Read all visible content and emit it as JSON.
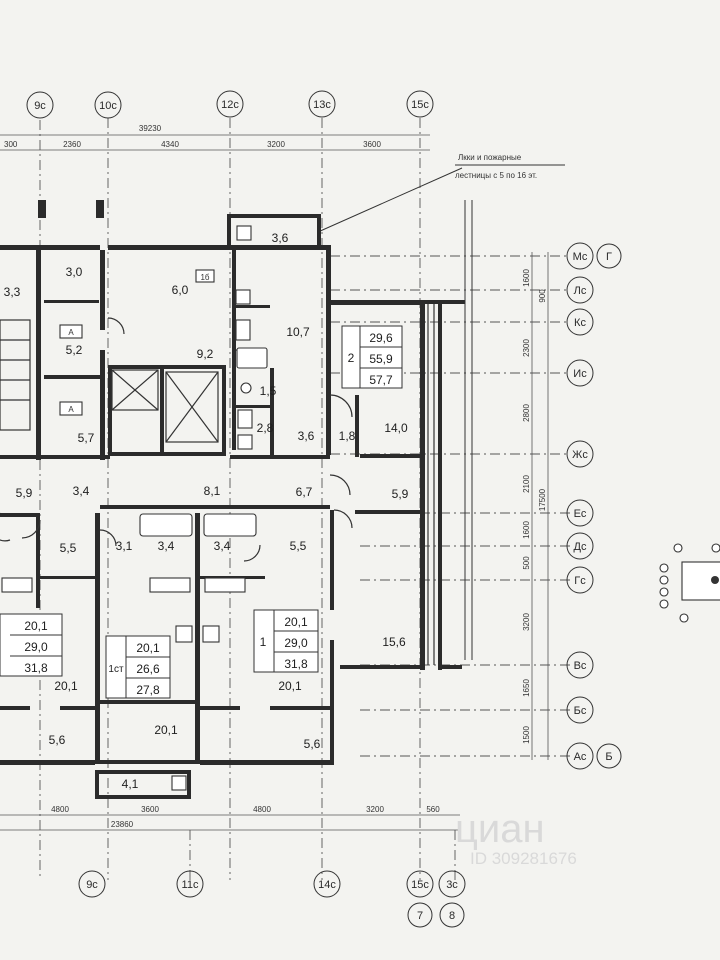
{
  "top_axes": [
    "9c",
    "10c",
    "12c",
    "13c",
    "15c"
  ],
  "top_dims": {
    "overall": "39230",
    "segments": [
      "300",
      "2360",
      "4340",
      "3200",
      "3600"
    ]
  },
  "right_axes": [
    "Мс",
    "Лс",
    "Кс",
    "Ис",
    "Жс",
    "Ес",
    "Дс",
    "Гс",
    "Вс",
    "Бс",
    "Ас"
  ],
  "right_axis_extra": [
    "Г",
    "Б"
  ],
  "right_dims": {
    "segments": [
      "1600",
      "900",
      "2300",
      "2800",
      "2100",
      "1600",
      "500",
      "3200",
      "1650",
      "1500"
    ],
    "overall": "17500"
  },
  "bottom_axes": [
    "9c",
    "11c",
    "14c",
    "15c",
    "3c"
  ],
  "bottom_axis_extra": [
    "7",
    "8"
  ],
  "bottom_dims": {
    "segments": [
      "4800",
      "3600",
      "4800",
      "3200",
      "560"
    ],
    "overall": "23860"
  },
  "note": {
    "line1": "Лкки и пожарные",
    "line2": "лестницы с 5 по 16 эт."
  },
  "rooms": [
    {
      "id": "r1",
      "value": "3,6"
    },
    {
      "id": "r2",
      "value": "3,3"
    },
    {
      "id": "r3",
      "value": "3,0"
    },
    {
      "id": "r4",
      "value": "6,0"
    },
    {
      "id": "r5",
      "value": "5,2"
    },
    {
      "id": "r6",
      "value": "9,2"
    },
    {
      "id": "r7",
      "value": "10,7"
    },
    {
      "id": "r8",
      "value": "1,5"
    },
    {
      "id": "r9",
      "value": "2,8"
    },
    {
      "id": "r10",
      "value": "3,6"
    },
    {
      "id": "r11",
      "value": "1,8"
    },
    {
      "id": "r12",
      "value": "14,0"
    },
    {
      "id": "r13",
      "value": "5,7"
    },
    {
      "id": "r14",
      "value": "5,9"
    },
    {
      "id": "r15",
      "value": "3,4"
    },
    {
      "id": "r16",
      "value": "8,1"
    },
    {
      "id": "r17",
      "value": "6,7"
    },
    {
      "id": "r18",
      "value": "5,9"
    },
    {
      "id": "r19",
      "value": "5,5"
    },
    {
      "id": "r20",
      "value": "3,1"
    },
    {
      "id": "r21",
      "value": "3,4"
    },
    {
      "id": "r22",
      "value": "3,4"
    },
    {
      "id": "r23",
      "value": "5,5"
    },
    {
      "id": "r24",
      "value": "15,6"
    },
    {
      "id": "r25",
      "value": "20,1"
    },
    {
      "id": "r26",
      "value": "20,1"
    },
    {
      "id": "r27",
      "value": "20,1"
    },
    {
      "id": "r28",
      "value": "5,6"
    },
    {
      "id": "r29",
      "value": "5,6"
    },
    {
      "id": "r30",
      "value": "4,1"
    }
  ],
  "door_tag": "1б",
  "apartments": [
    {
      "id": "apt2",
      "number": "2",
      "areas": [
        "29,6",
        "55,9",
        "57,7"
      ]
    },
    {
      "id": "aptL",
      "number": "",
      "areas": [
        "20,1",
        "29,0",
        "31,8"
      ]
    },
    {
      "id": "apt1ct",
      "number": "1ст",
      "areas": [
        "20,1",
        "26,6",
        "27,8"
      ]
    },
    {
      "id": "apt1",
      "number": "1",
      "areas": [
        "20,1",
        "29,0",
        "31,8"
      ]
    }
  ],
  "lift_marks": [
    "А",
    "А"
  ],
  "watermark": {
    "brand": "циан",
    "id": "ID 309281676"
  }
}
